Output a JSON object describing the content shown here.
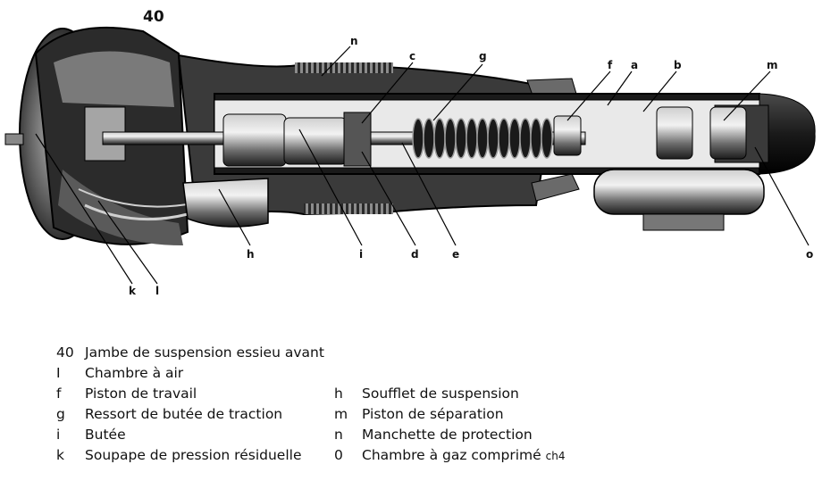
{
  "figure": {
    "number": "40",
    "callouts": [
      "n",
      "c",
      "g",
      "f",
      "a",
      "b",
      "m",
      "h",
      "i",
      "d",
      "e",
      "o",
      "k",
      "l"
    ]
  },
  "legend": {
    "rows": [
      {
        "left_key": "40",
        "left_text": "Jambe de suspension essieu avant",
        "right_key": "",
        "right_text": "",
        "suffix": ""
      },
      {
        "left_key": "I",
        "left_text": "Chambre à air",
        "right_key": "",
        "right_text": "",
        "suffix": ""
      },
      {
        "left_key": "f",
        "left_text": "Piston de travail",
        "right_key": "h",
        "right_text": "Soufflet de suspension",
        "suffix": ""
      },
      {
        "left_key": "g",
        "left_text": "Ressort de butée de traction",
        "right_key": "m",
        "right_text": "Piston de séparation",
        "suffix": ""
      },
      {
        "left_key": "i",
        "left_text": "Butée",
        "right_key": "n",
        "right_text": "Manchette de protection",
        "suffix": ""
      },
      {
        "left_key": "k",
        "left_text": "Soupape de pression résiduelle",
        "right_key": "0",
        "right_text": "Chambre à gaz comprimé",
        "suffix": "ch4"
      }
    ]
  }
}
